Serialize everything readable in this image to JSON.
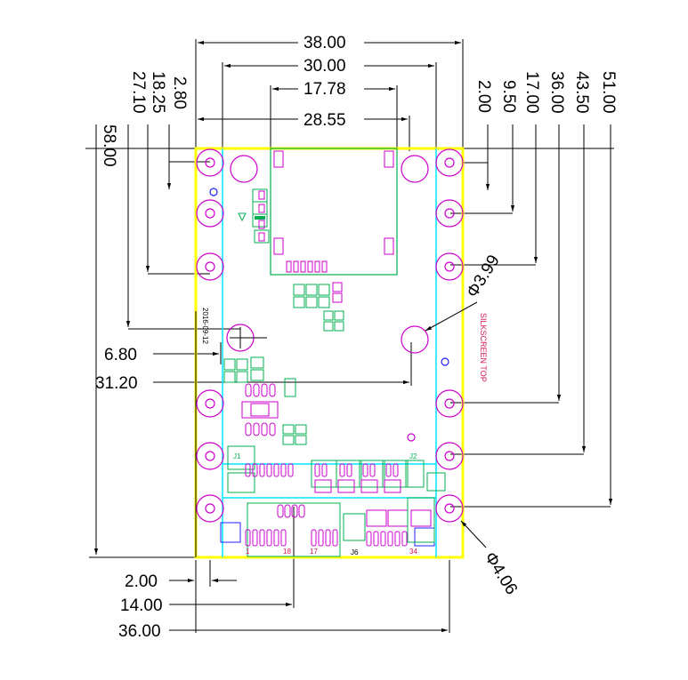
{
  "dims_top": [
    "38.00",
    "30.00",
    "17.78",
    "28.55"
  ],
  "dims_left_vertical": [
    "58.00",
    "27.10",
    "18.25",
    "2.80"
  ],
  "dims_right_vertical": [
    "2.00",
    "9.50",
    "17.00",
    "36.00",
    "43.50",
    "51.00"
  ],
  "dims_left_horizontal": [
    "6.80",
    "31.20"
  ],
  "dims_bottom": [
    "2.00",
    "14.00",
    "36.00"
  ],
  "hole_small_dia": "Φ3.99",
  "hole_pad_dia": "Φ4.06",
  "silk_text": "SILKSCREEN TOP",
  "date_text": "2016-09-12",
  "pin_labels": [
    "1",
    "18",
    "17",
    "34",
    "J6"
  ],
  "side_labels": [
    "J1",
    "J2"
  ],
  "colors": {
    "outline": "#ffff00",
    "cyan": "#00e5ff",
    "magenta": "#cc00cc",
    "green": "#00b050",
    "blue": "#2020ff",
    "red": "#e0002a",
    "line": "#000000"
  }
}
